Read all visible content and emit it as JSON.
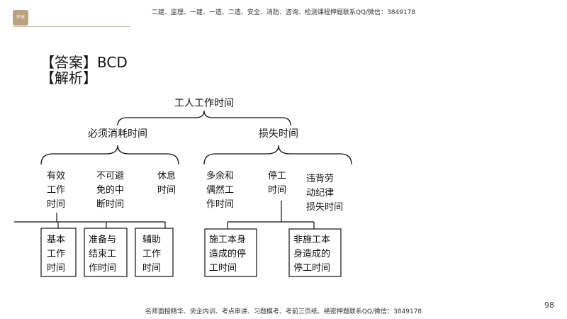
{
  "header": {
    "logo_text": "环球",
    "text": "二建、监理、一建、一造、二造、安全、消防、咨询、检测课程押题联系QQ/微信：3849178"
  },
  "answer": "【答案】BCD",
  "analysis_label": "【解析】",
  "diagram": {
    "root": "工人工作时间",
    "left_branch": "必须消耗时间",
    "right_branch": "损失时间",
    "left_children": [
      [
        "有效",
        "工作",
        "时间"
      ],
      [
        "不可避",
        "免的中",
        "断时间"
      ],
      [
        "休息",
        "时间"
      ]
    ],
    "right_children": [
      [
        "多余和",
        "偶然工",
        "作时间"
      ],
      [
        "停工",
        "时间"
      ],
      [
        "违背劳",
        "动纪律",
        "损失时间"
      ]
    ],
    "left_boxes": [
      [
        "基本",
        "工作",
        "时间"
      ],
      [
        "准备与",
        "结束工",
        "作时间"
      ],
      [
        "辅助",
        "工作",
        "时间"
      ]
    ],
    "right_boxes": [
      [
        "施工本身",
        "造成的停",
        "工时间"
      ],
      [
        "非施工本",
        "身造成的",
        "停工时间"
      ]
    ]
  },
  "footer": {
    "text": "名师面授精华、央企内训、考点串讲、习题模考、考前三页纸、绝密押题联系QQ/微信：3849178"
  },
  "page_number": "98"
}
